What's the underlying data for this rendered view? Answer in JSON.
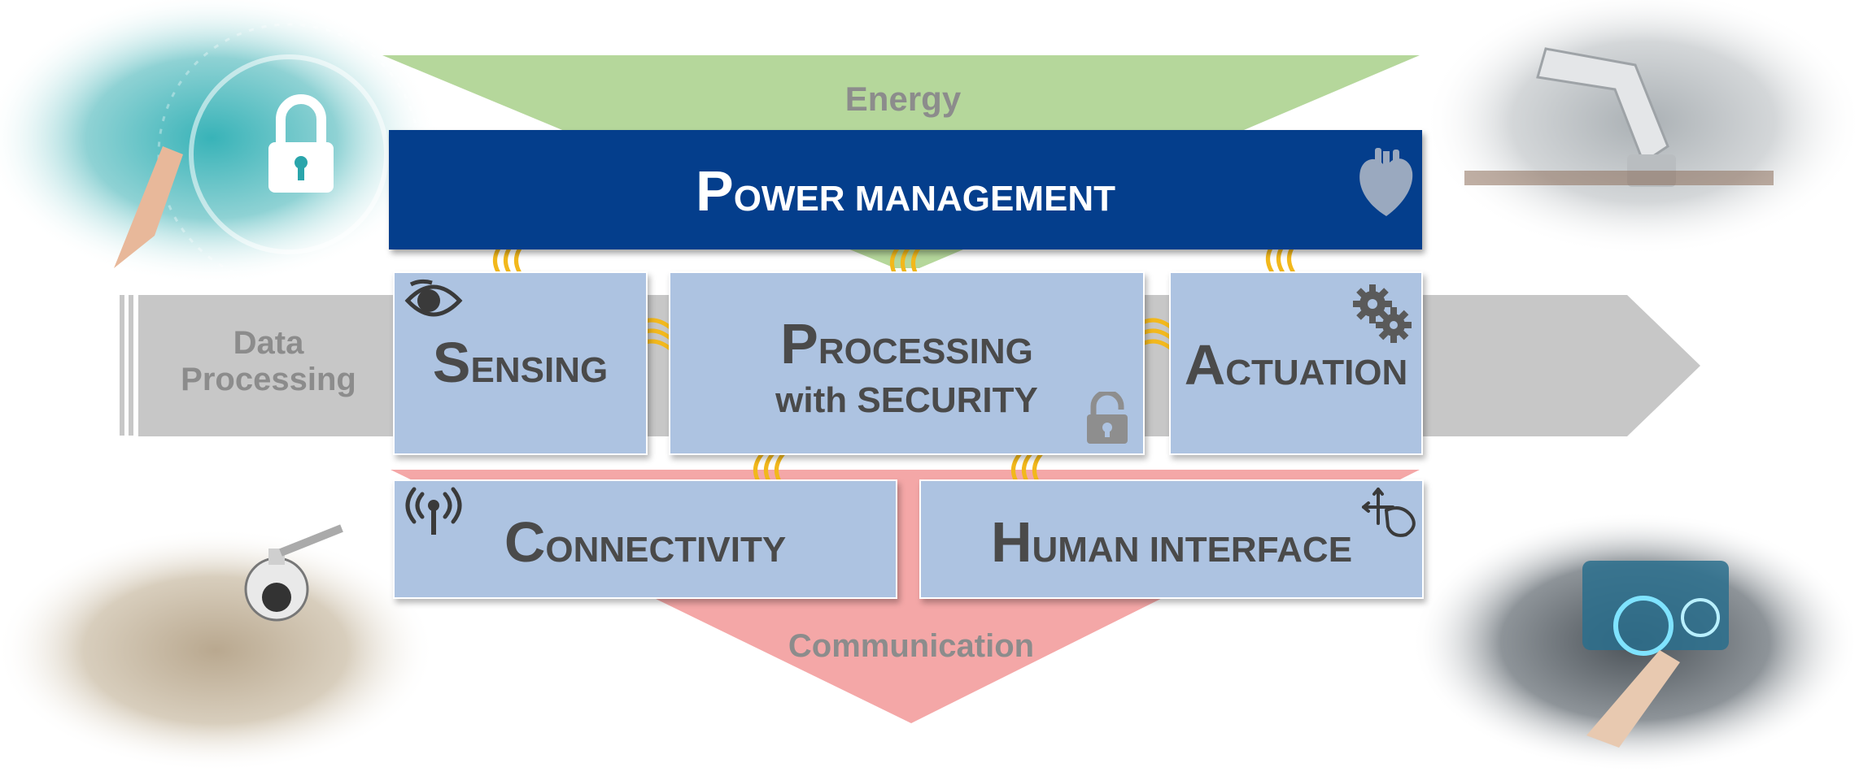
{
  "labels": {
    "energy": "Energy",
    "data_processing_line1": "Data",
    "data_processing_line2": "Processing",
    "communication": "Communication"
  },
  "blocks": {
    "power": {
      "initial": "P",
      "rest": "OWER MANAGEMENT"
    },
    "sensing": {
      "initial": "S",
      "rest": "ENSING"
    },
    "processing": {
      "initial": "P",
      "rest": "ROCESSING",
      "subtitle": "with SECURITY"
    },
    "actuation": {
      "initial": "A",
      "rest": "CTUATION"
    },
    "connectivity": {
      "initial": "C",
      "rest": "ONNECTIVITY"
    },
    "human": {
      "initial": "H",
      "rest": "UMAN INTERFACE"
    }
  },
  "colors": {
    "energy_band": "#b5d79b",
    "communication_band": "#f4a7a7",
    "data_arrow": "#c7c7c7",
    "block_fill": "#adc3e1",
    "power_fill": "#043e8c",
    "connector": "#f2b81c",
    "label_gray": "#8c8c8c"
  },
  "icons": [
    "eye-icon",
    "heart-icon",
    "gears-icon",
    "padlock-icon",
    "antenna-icon",
    "gesture-icon",
    "security-photo",
    "robot-arm-photo",
    "surveillance-camera-photo",
    "car-touchscreen-photo"
  ]
}
